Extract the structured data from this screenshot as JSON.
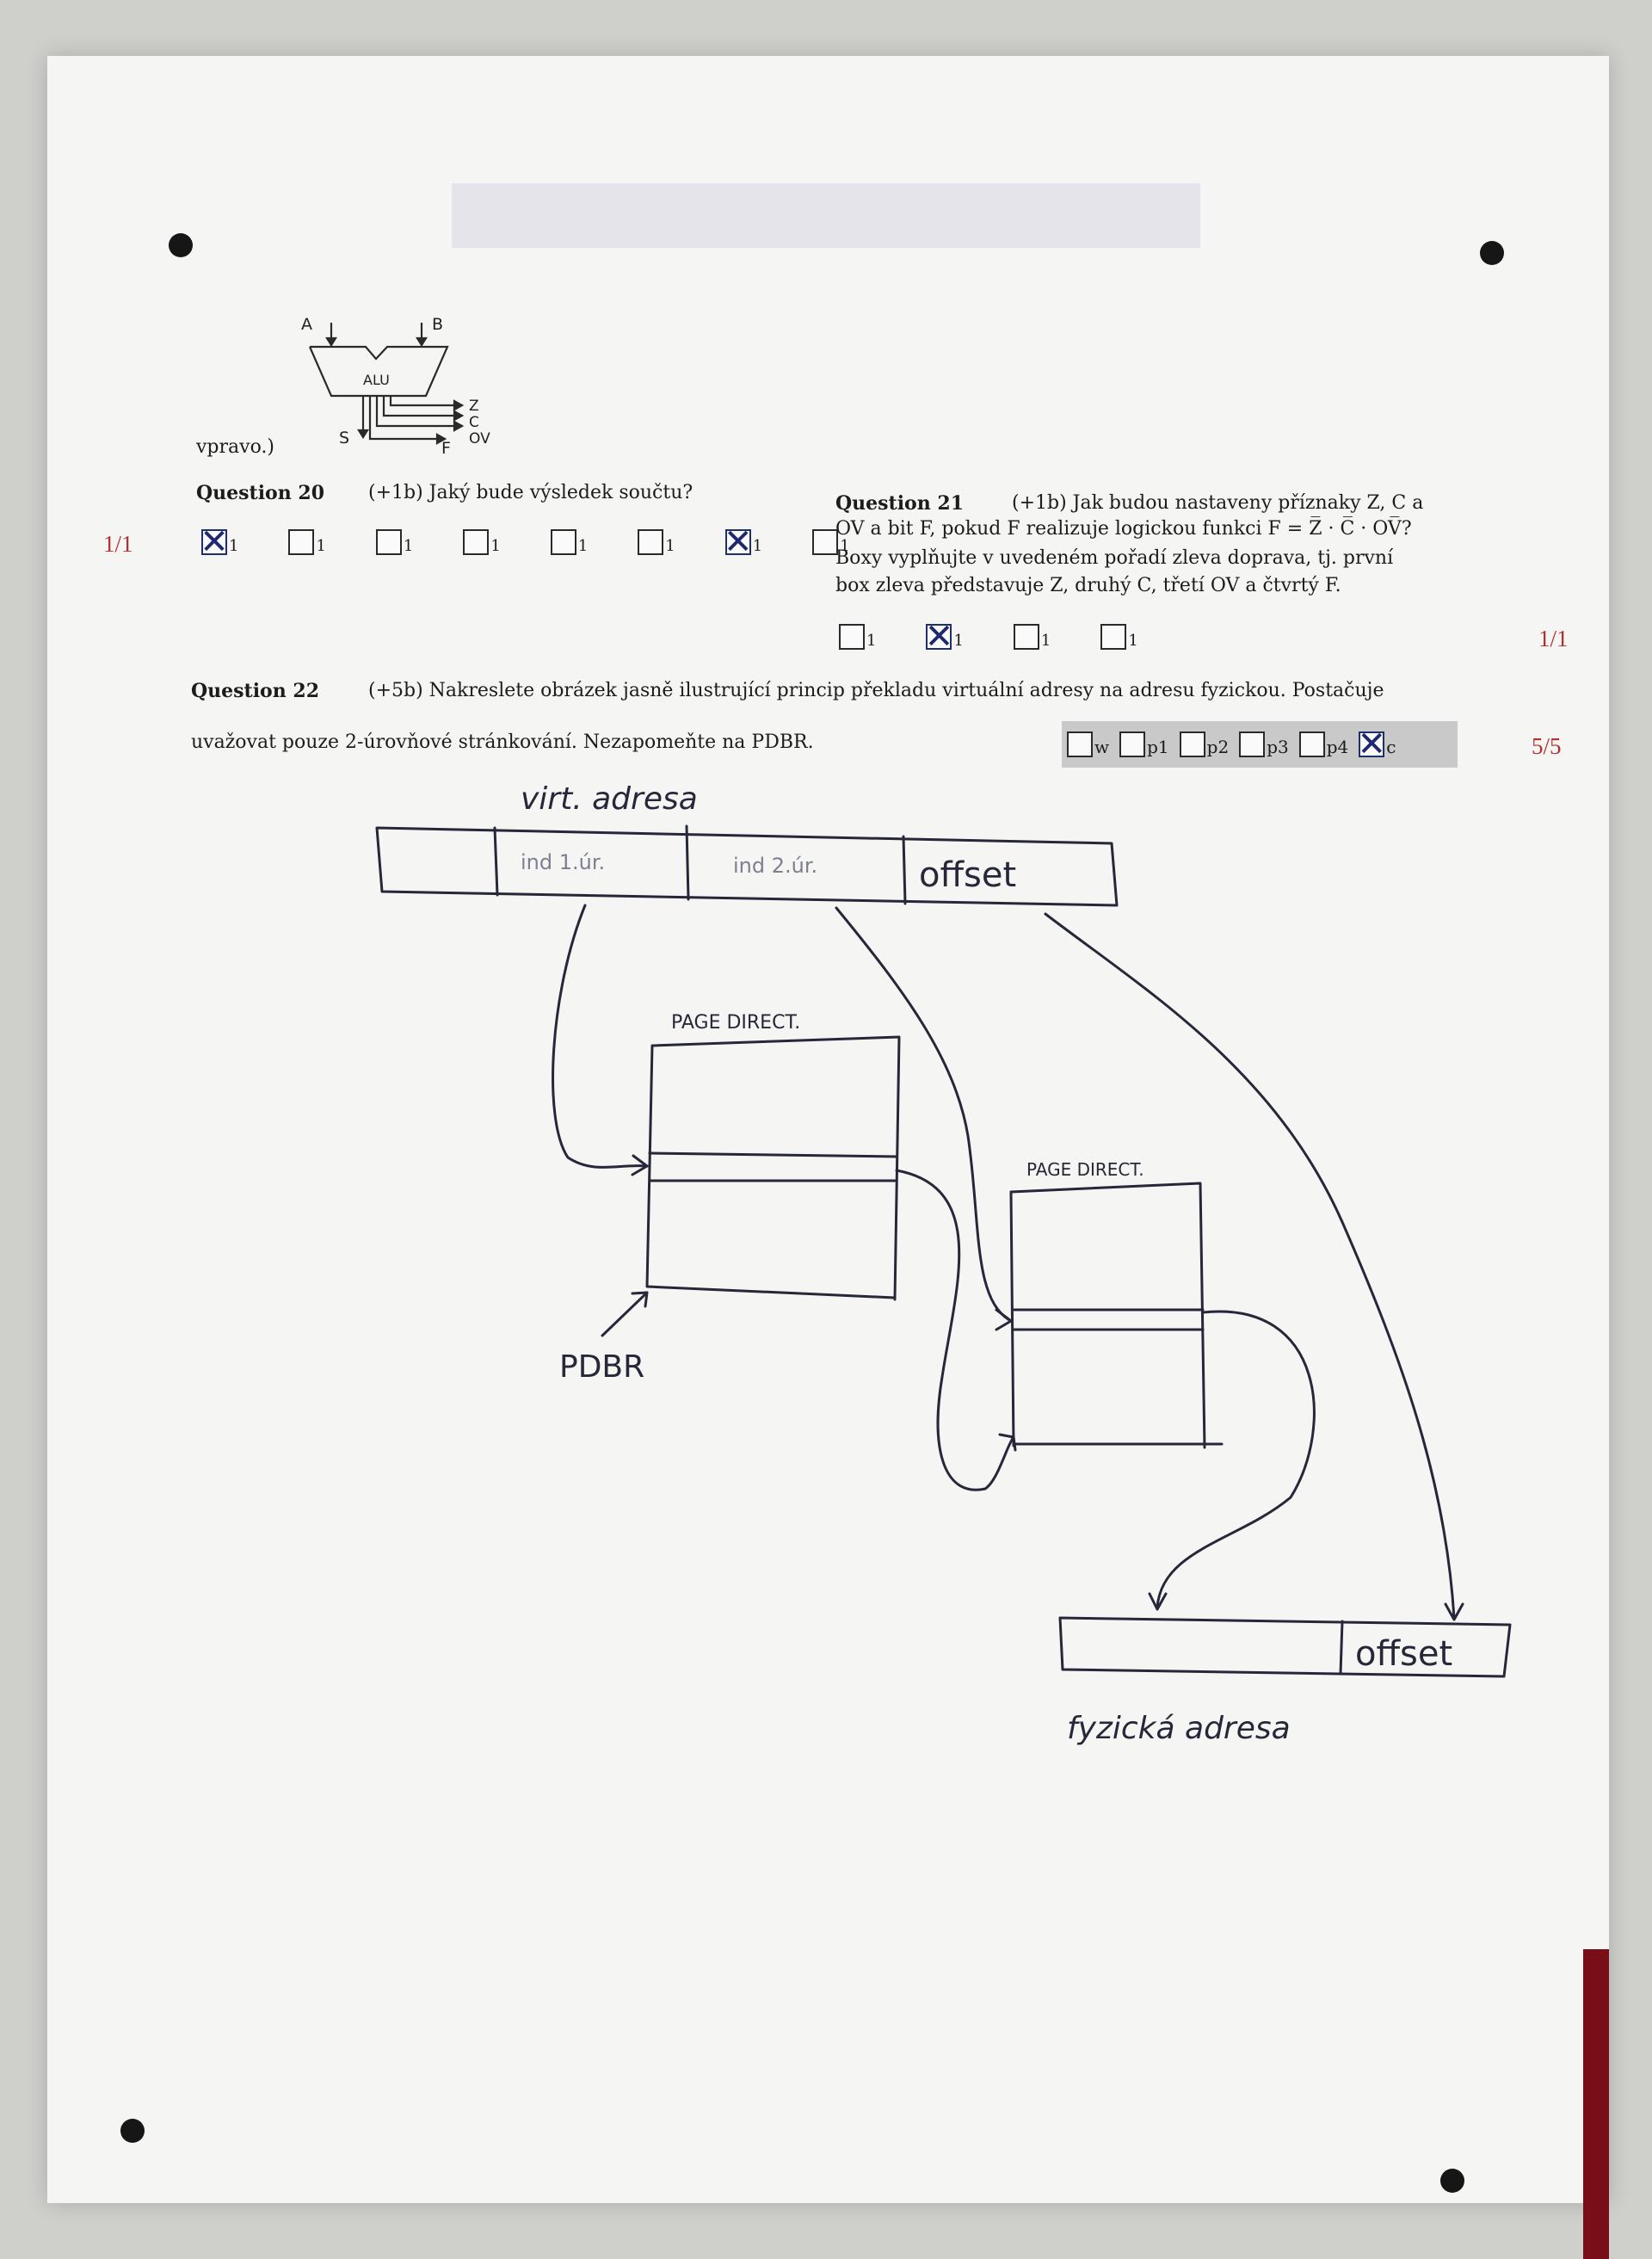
{
  "header": {
    "fragment": "vpravo.)",
    "alu": {
      "in_a": "A",
      "in_b": "B",
      "label": "ALU",
      "out_s": "S",
      "out_f": "F",
      "flag_z": "Z",
      "flag_c": "C",
      "flag_ov": "OV"
    }
  },
  "q20": {
    "title": "Question 20",
    "text": "(+1b) Jaký bude výsledek součtu?",
    "score": "1/1",
    "boxes": [
      {
        "label": "1",
        "checked": true
      },
      {
        "label": "1",
        "checked": false
      },
      {
        "label": "1",
        "checked": false
      },
      {
        "label": "1",
        "checked": false
      },
      {
        "label": "1",
        "checked": false
      },
      {
        "label": "1",
        "checked": false
      },
      {
        "label": "1",
        "checked": true
      },
      {
        "label": "1",
        "checked": false
      }
    ]
  },
  "q21": {
    "title": "Question 21",
    "lines": [
      "(+1b) Jak budou nastaveny příznaky Z, C a",
      "OV a bit F, pokud F realizuje logickou funkci F = Z̅ · C̅ · OV̅?",
      "Boxy vyplňujte v uvedeném pořadí zleva doprava, tj.  první",
      "box zleva představuje Z, druhý C, třetí OV a čtvrtý F."
    ],
    "score": "1/1",
    "boxes": [
      {
        "label": "1",
        "checked": false
      },
      {
        "label": "1",
        "checked": true
      },
      {
        "label": "1",
        "checked": false
      },
      {
        "label": "1",
        "checked": false
      }
    ]
  },
  "q22": {
    "title": "Question 22",
    "line1": "(+5b) Nakreslete obrázek jasně ilustrující princip překladu virtuální adresy na adresu fyzickou.  Postačuje",
    "line2": "uvažovat pouze 2-úrovňové stránkování. Nezapomeňte na PDBR.",
    "score": "5/5",
    "grading": [
      {
        "label": "w",
        "checked": false
      },
      {
        "label": "p1",
        "checked": false
      },
      {
        "label": "p2",
        "checked": false
      },
      {
        "label": "p3",
        "checked": false
      },
      {
        "label": "p4",
        "checked": false
      },
      {
        "label": "c",
        "checked": true
      }
    ]
  },
  "sketch": {
    "virt_title": "virt. adresa",
    "field1": "ind 1.úr.",
    "field2": "ind 2.úr.",
    "field3": "offset",
    "pd1_title": "PAGE DIRECT.",
    "pd2_title": "PAGE DIRECT.",
    "pdbr": "PDBR",
    "phys_offset": "offset",
    "phys_title": "fyzická adresa"
  },
  "colors": {
    "ink": "#1f1f1f",
    "pen": "#26283a",
    "score": "#b23030",
    "check": "#1d2870"
  }
}
